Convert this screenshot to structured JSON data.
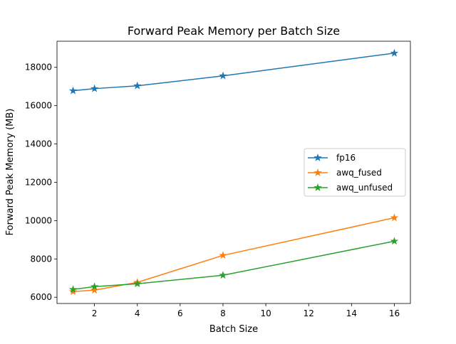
{
  "chart_data": {
    "type": "line",
    "title": "Forward Peak Memory per Batch Size",
    "xlabel": "Batch Size",
    "ylabel": "Forward Peak Memory (MB)",
    "x": [
      1,
      2,
      4,
      8,
      16
    ],
    "xlim": [
      0.25,
      16.75
    ],
    "ylim": [
      5674,
      19363
    ],
    "xticks": [
      2,
      4,
      6,
      8,
      10,
      12,
      14,
      16
    ],
    "yticks": [
      6000,
      8000,
      10000,
      12000,
      14000,
      16000,
      18000
    ],
    "grid": false,
    "legend_position": "center-right",
    "marker": "star",
    "series": [
      {
        "name": "fp16",
        "color": "#1f77b4",
        "values": [
          16778,
          16889,
          17037,
          17556,
          18741
        ]
      },
      {
        "name": "awq_fused",
        "color": "#ff7f0e",
        "values": [
          6296,
          6370,
          6778,
          8185,
          10148
        ]
      },
      {
        "name": "awq_unfused",
        "color": "#2ca02c",
        "values": [
          6407,
          6556,
          6704,
          7148,
          8926
        ]
      }
    ]
  }
}
